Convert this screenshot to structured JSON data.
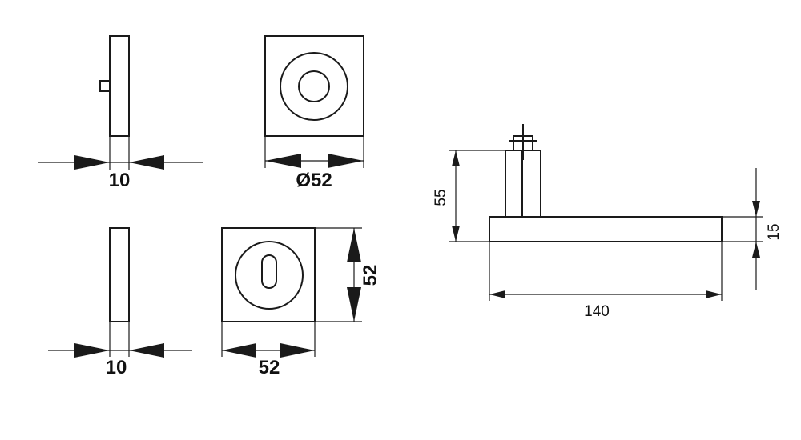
{
  "dimensions": {
    "rose_side_thickness": "10",
    "rose_diameter": "Ø52",
    "escutcheon_side_thickness": "10",
    "escutcheon_width": "52",
    "escutcheon_height": "52",
    "handle_height": "55",
    "handle_lever_thickness": "15",
    "handle_length": "140"
  },
  "colors": {
    "line": "#1a1a1a",
    "background": "#ffffff"
  }
}
